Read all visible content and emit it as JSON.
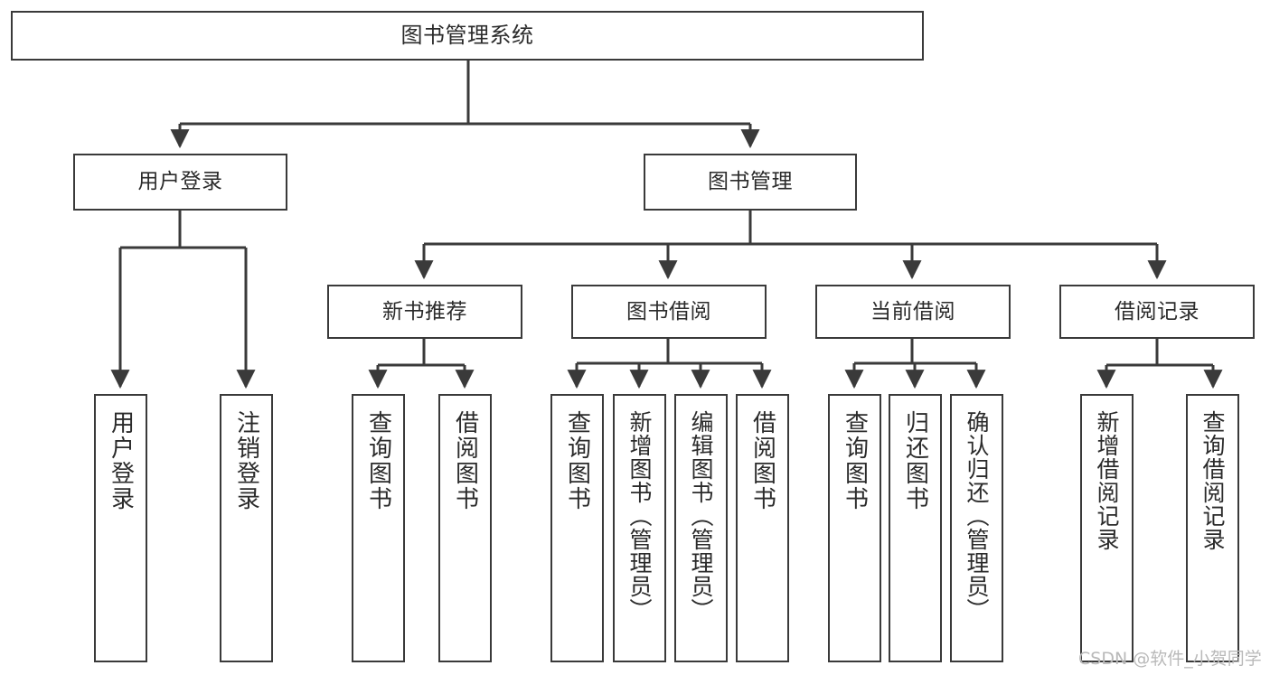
{
  "diagram": {
    "title": "图书管理系统",
    "type": "hierarchy-tree",
    "stroke_color": "#3a3a3a",
    "background_color": "#ffffff",
    "text_color": "#2b2b2b",
    "root": {
      "label": "图书管理系统"
    },
    "level2": [
      {
        "label": "用户登录"
      },
      {
        "label": "图书管理"
      }
    ],
    "level3": [
      {
        "label": "新书推荐"
      },
      {
        "label": "图书借阅"
      },
      {
        "label": "当前借阅"
      },
      {
        "label": "借阅记录"
      }
    ],
    "leaves": {
      "user_login": [
        {
          "label": "用户登录"
        },
        {
          "label": "注销登录"
        }
      ],
      "new_book_recommend": [
        {
          "label": "查询图书"
        },
        {
          "label": "借阅图书"
        }
      ],
      "book_borrow": [
        {
          "label": "查询图书"
        },
        {
          "label": "新增图书（管理员）"
        },
        {
          "label": "编辑图书（管理员）"
        },
        {
          "label": "借阅图书"
        }
      ],
      "current_borrow": [
        {
          "label": "查询图书"
        },
        {
          "label": "归还图书"
        },
        {
          "label": "确认归还（管理员）"
        }
      ],
      "borrow_record": [
        {
          "label": "新增借阅记录"
        },
        {
          "label": "查询借阅记录"
        }
      ]
    }
  },
  "watermark": {
    "text": "CSDN @软件_小贺同学",
    "color": "#b9b9b9"
  }
}
